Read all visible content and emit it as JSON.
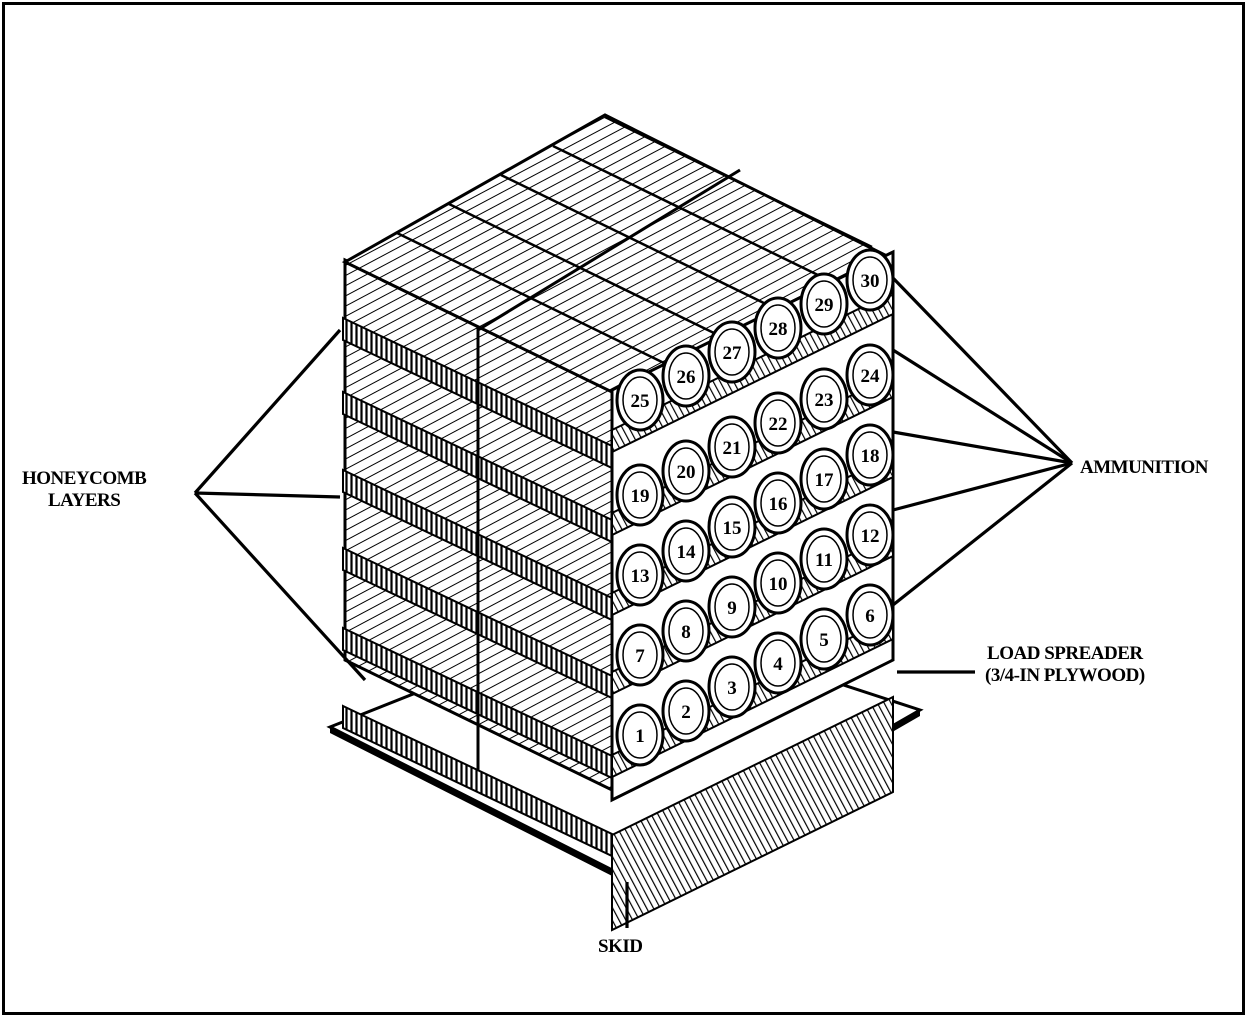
{
  "labels": {
    "honeycomb_line1": "HONEYCOMB",
    "honeycomb_line2": "LAYERS",
    "ammunition": "AMMUNITION",
    "load_spreader_line1": "LOAD SPREADER",
    "load_spreader_line2": "(3/4-IN PLYWOOD)",
    "skid": "SKID"
  },
  "rows": [
    [
      "1",
      "2",
      "3",
      "4",
      "5",
      "6"
    ],
    [
      "7",
      "8",
      "9",
      "10",
      "11",
      "12"
    ],
    [
      "13",
      "14",
      "15",
      "16",
      "17",
      "18"
    ],
    [
      "19",
      "20",
      "21",
      "22",
      "23",
      "24"
    ],
    [
      "25",
      "26",
      "27",
      "28",
      "29",
      "30"
    ]
  ],
  "colors": {
    "ink": "#000000",
    "paper": "#ffffff"
  }
}
